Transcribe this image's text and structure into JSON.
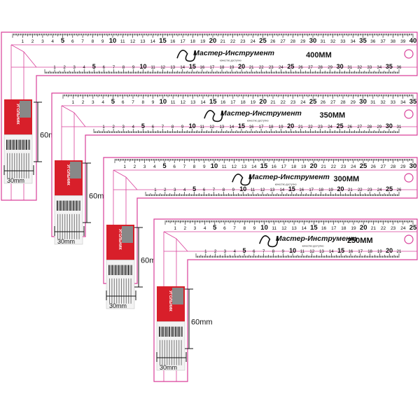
{
  "products": [
    {
      "size_label": "400MM",
      "dim_60": "60mm",
      "dim_30": "30mm",
      "top_scale_max": 40,
      "bottom_scale_max": 36
    },
    {
      "size_label": "350MM",
      "dim_60": "60mm",
      "dim_30": "30mm",
      "top_scale_max": 35,
      "bottom_scale_max": 31
    },
    {
      "size_label": "300MM",
      "dim_60": "60mm",
      "dim_30": "30mm",
      "top_scale_max": 30,
      "bottom_scale_max": 26
    },
    {
      "size_label": "250MM",
      "dim_60": "60mm",
      "dim_30": "30mm",
      "top_scale_max": 25,
      "bottom_scale_max": 21
    }
  ],
  "brand": {
    "name": "Мастер-Инструмент",
    "tagline": "качество доступно"
  },
  "label": {
    "product_name": "УГОЛЬНИК"
  },
  "colors": {
    "outline": "#d9409a",
    "label_red": "#d81f2a",
    "ink": "#111111"
  }
}
